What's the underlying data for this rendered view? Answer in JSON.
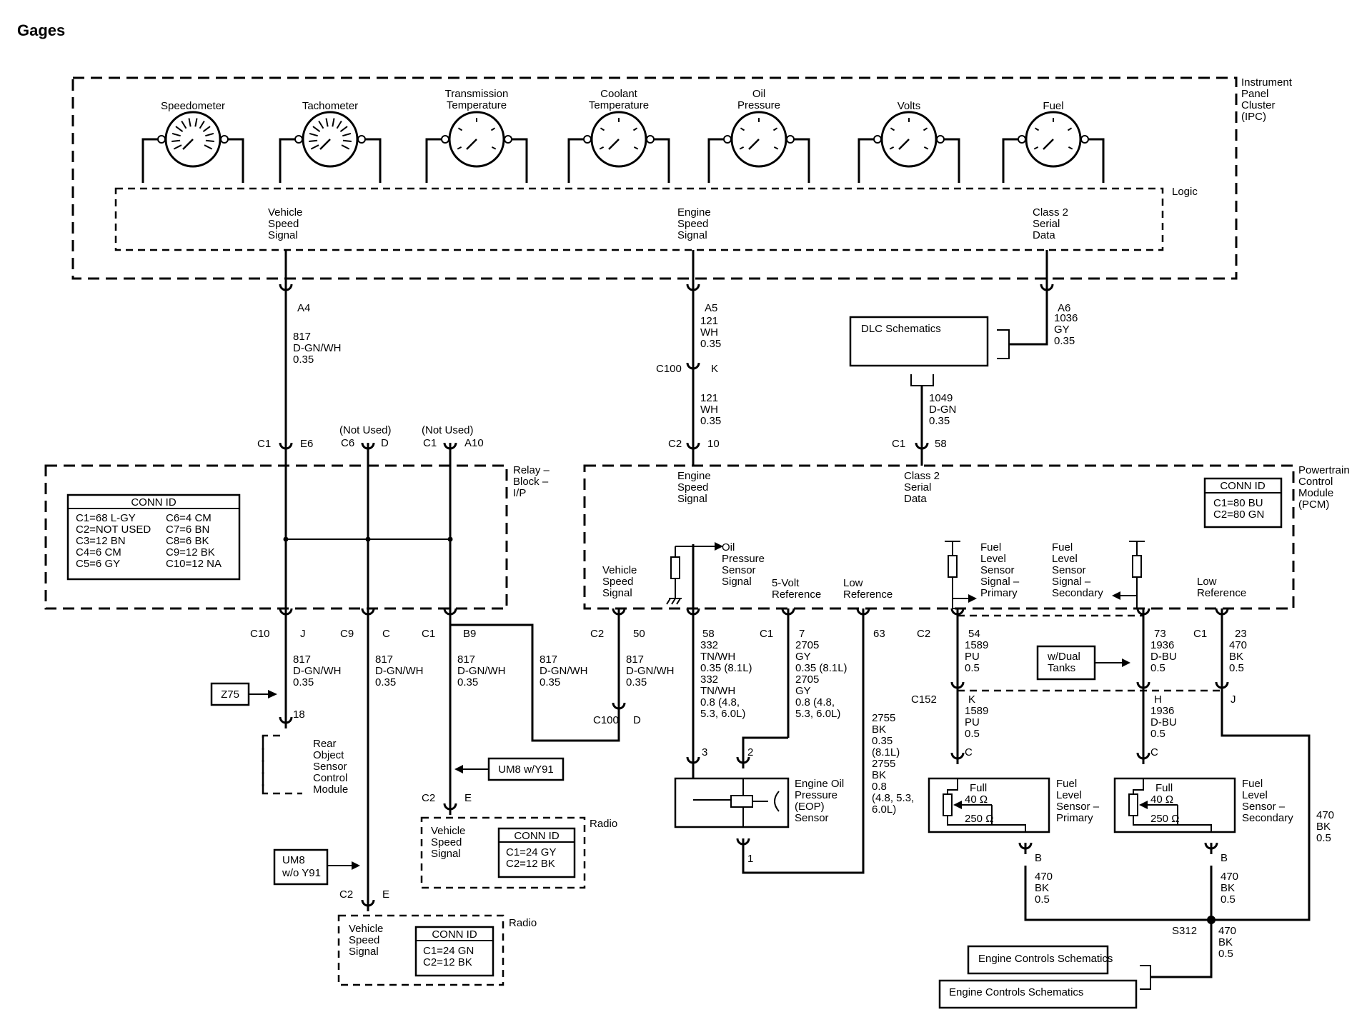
{
  "title": "Gages",
  "ipc": {
    "label": [
      "Instrument",
      "Panel",
      "Cluster",
      "(IPC)"
    ],
    "logic_label": "Logic",
    "gauges": [
      {
        "label": [
          "Speedometer"
        ]
      },
      {
        "label": [
          "Tachometer"
        ]
      },
      {
        "label": [
          "Transmission",
          "Temperature"
        ]
      },
      {
        "label": [
          "Coolant",
          "Temperature"
        ]
      },
      {
        "label": [
          "Oil",
          "Pressure"
        ]
      },
      {
        "label": [
          "Volts"
        ]
      },
      {
        "label": [
          "Fuel"
        ]
      }
    ],
    "signals": [
      {
        "label": [
          "Vehicle",
          "Speed",
          "Signal"
        ]
      },
      {
        "label": [
          "Engine",
          "Speed",
          "Signal"
        ]
      },
      {
        "label": [
          "Class 2",
          "Serial",
          "Data"
        ]
      }
    ],
    "pins": [
      "A4",
      "A5",
      "A6"
    ]
  },
  "wires": {
    "w817_top": [
      "817",
      "D-GN/WH",
      "0.35"
    ],
    "w121_top": [
      "121",
      "WH",
      "0.35"
    ],
    "w121_bot": [
      "121",
      "WH",
      "0.35"
    ],
    "w1036": [
      "1036",
      "GY",
      "0.35"
    ],
    "w1049": [
      "1049",
      "D-GN",
      "0.35"
    ],
    "w817_j": [
      "817",
      "D-GN/WH",
      "0.35"
    ],
    "w817_c": [
      "817",
      "D-GN/WH",
      "0.35"
    ],
    "w817_b9": [
      "817",
      "D-GN/WH",
      "0.35"
    ],
    "w817_d": [
      "817",
      "D-GN/WH",
      "0.35"
    ],
    "w817_50": [
      "817",
      "D-GN/WH",
      "0.35"
    ],
    "w332": [
      "332",
      "TN/WH",
      "0.35 (8.1L)",
      "332",
      "TN/WH",
      "0.8 (4.8,",
      "5.3, 6.0L)"
    ],
    "w2705": [
      "2705",
      "GY",
      "0.35 (8.1L)",
      "2705",
      "GY",
      "0.8 (4.8,",
      "5.3, 6.0L)"
    ],
    "w2755": [
      "2755",
      "BK",
      "0.35",
      "(8.1L)",
      "2755",
      "BK",
      "0.8",
      "(4.8, 5.3,",
      "6.0L)"
    ],
    "w1589_a": [
      "1589",
      "PU",
      "0.5"
    ],
    "w1589_b": [
      "1589",
      "PU",
      "0.5"
    ],
    "w1936_a": [
      "1936",
      "D-BU",
      "0.5"
    ],
    "w1936_b": [
      "1936",
      "D-BU",
      "0.5"
    ],
    "w470_a": [
      "470",
      "BK",
      "0.5"
    ],
    "w470_b": [
      "470",
      "BK",
      "0.5"
    ],
    "w470_c": [
      "470",
      "BK",
      "0.5"
    ],
    "w470_d": [
      "470",
      "BK",
      "0.5"
    ],
    "w470_e": [
      "470",
      "BK",
      "0.5"
    ]
  },
  "connectors": {
    "c100_k": "C100",
    "k": "K",
    "c2_10": "C2",
    "p10": "10",
    "c1_58": "C1",
    "p58": "58",
    "c1_e6": "C1",
    "e6": "E6",
    "not_used_1": "(Not Used)",
    "c6": "C6",
    "d": "D",
    "not_used_2": "(Not Used)",
    "c1_a10": "C1",
    "a10": "A10",
    "c10": "C10",
    "j": "J",
    "c9": "C9",
    "c": "C",
    "c1_b9": "C1",
    "b9": "B9",
    "c2_50": "C2",
    "p50": "50",
    "p58b": "58",
    "c1_7": "C1",
    "p7": "7",
    "p63": "63",
    "c2_54": "C2",
    "p54": "54",
    "p73": "73",
    "c1_23": "C1",
    "p23": "23",
    "c100_d": "C100",
    "d2": "D",
    "p18": "18",
    "c2_e1": "C2",
    "e1": "E",
    "c2_e2": "C2",
    "e2": "E",
    "p3": "3",
    "p2": "2",
    "p1": "1",
    "c152": "C152",
    "k2": "K",
    "h": "H",
    "j2": "J",
    "c_1": "C",
    "c_2": "C",
    "b_1": "B",
    "b_2": "B",
    "s312": "S312"
  },
  "relay_block": {
    "label": [
      "Relay –",
      "Block –",
      "I/P"
    ],
    "conn_id": {
      "header": "CONN ID",
      "left": [
        "C1=68 L-GY",
        "C2=NOT USED",
        "C3=12 BN",
        "C4=6 CM",
        "C5=6 GY"
      ],
      "right": [
        "C6=4 CM",
        "C7=6 BN",
        "C8=6 BK",
        "C9=12 BK",
        "C10=12 NA"
      ]
    }
  },
  "pcm": {
    "label": [
      "Powertrain",
      "Control",
      "Module",
      "(PCM)"
    ],
    "conn_id": {
      "header": "CONN ID",
      "lines": [
        "C1=80 BU",
        "C2=80 GN"
      ]
    },
    "engine_speed": [
      "Engine",
      "Speed",
      "Signal"
    ],
    "class2": [
      "Class 2",
      "Serial",
      "Data"
    ],
    "vehicle_speed": [
      "Vehicle",
      "Speed",
      "Signal"
    ],
    "oil_sensor_signal": [
      "Oil",
      "Pressure",
      "Sensor",
      "Signal"
    ],
    "five_volt": [
      "5-Volt",
      "Reference"
    ],
    "low_ref_1": [
      "Low",
      "Reference"
    ],
    "fuel_primary": [
      "Fuel",
      "Level",
      "Sensor",
      "Signal –",
      "Primary"
    ],
    "fuel_secondary": [
      "Fuel",
      "Level",
      "Sensor",
      "Signal –",
      "Secondary"
    ],
    "low_ref_2": [
      "Low",
      "Reference"
    ]
  },
  "dlc": {
    "label": "DLC Schematics"
  },
  "z75": "Z75",
  "rear_object": [
    "Rear",
    "Object",
    "Sensor",
    "Control",
    "Module"
  ],
  "um8_y91": "UM8 w/Y91",
  "um8_wo": [
    "UM8",
    "w/o Y91"
  ],
  "radio1": {
    "label": "Radio",
    "signal": [
      "Vehicle",
      "Speed",
      "Signal"
    ],
    "conn_header": "CONN ID",
    "conn_lines": [
      "C1=24 GY",
      "C2=12 BK"
    ]
  },
  "radio2": {
    "label": "Radio",
    "signal": [
      "Vehicle",
      "Speed",
      "Signal"
    ],
    "conn_header": "CONN ID",
    "conn_lines": [
      "C1=24 GN",
      "C2=12 BK"
    ]
  },
  "eop": [
    "Engine Oil",
    "Pressure",
    "(EOP)",
    "Sensor"
  ],
  "dual_tanks": [
    "w/Dual",
    "Tanks"
  ],
  "fuel_primary_sensor": {
    "label": [
      "Fuel",
      "Level",
      "Sensor –",
      "Primary"
    ],
    "full": "Full",
    "r40": "40 Ω",
    "r250": "250 Ω"
  },
  "fuel_secondary_sensor": {
    "label": [
      "Fuel",
      "Level",
      "Sensor –",
      "Secondary"
    ],
    "full": "Full",
    "r40": "40 Ω",
    "r250": "250 Ω"
  },
  "engine_controls": [
    "Engine Controls Schematics",
    "Engine Controls Schematics"
  ]
}
